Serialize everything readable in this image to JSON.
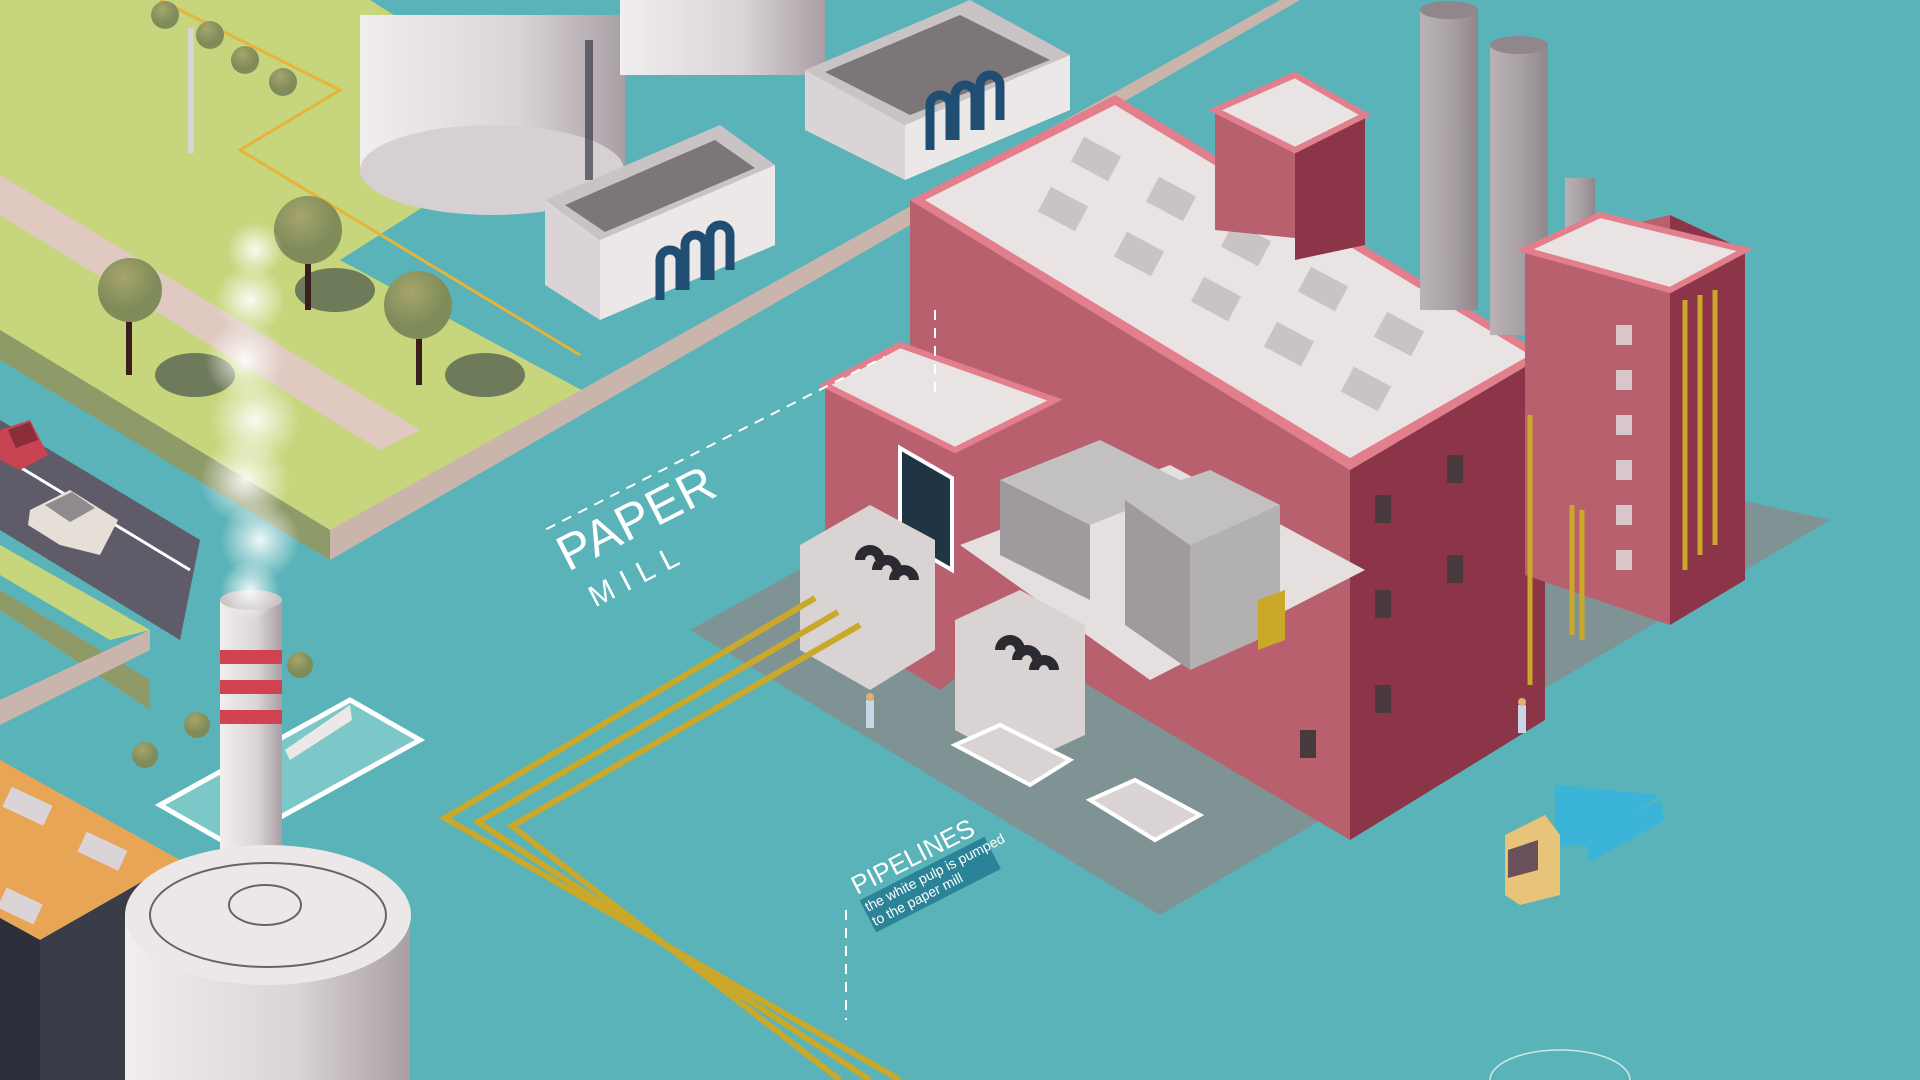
{
  "scene": {
    "title": "Isometric industrial district – paper mill",
    "colors": {
      "water": "#5AB3B8",
      "grass": "#C7D67C",
      "path": "#DFC9C0",
      "wall_pink": "#B9606E",
      "wall_pink_dark": "#8C3549",
      "roof": "#EAE3E3",
      "rim_pink": "#E37F8C",
      "pipe_yellow": "#C9A82A",
      "tank_white": "#ECE8E8",
      "orange_roof": "#E8A556",
      "stripe_red": "#D0434F",
      "road": "#5F5B68",
      "platform": "#7F9394"
    }
  },
  "labels": {
    "paper_mill": {
      "line1": "PAPER",
      "line2": "MILL"
    },
    "pipelines": {
      "title": "PIPELINES",
      "desc_line1": "the white pulp is pumped",
      "desc_line2": "to the paper mill"
    }
  },
  "objects": {
    "main_building": "paper-mill-building",
    "chimneys": 3,
    "rooftop_units": 10,
    "vehicles": [
      "red-car",
      "white-station-wagon",
      "yellow-truck-with-blue-flatbed-trailer"
    ],
    "trees": 10,
    "storage_tanks": 3,
    "workers": 2
  }
}
